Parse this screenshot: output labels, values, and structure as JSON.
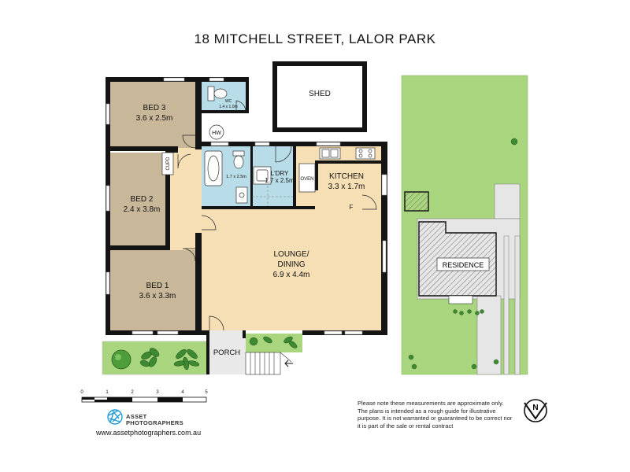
{
  "title": "18 MITCHELL STREET, LALOR PARK",
  "rooms": {
    "bed3": {
      "name": "BED 3",
      "size": "3.6 x 2.5m"
    },
    "bed2": {
      "name": "BED 2",
      "size": "2.4 x 3.8m"
    },
    "bed1": {
      "name": "BED 1",
      "size": "3.6 x 3.3m"
    },
    "wc": {
      "name": "WC",
      "size": "1.4 x 1.0m"
    },
    "bath": {
      "size": "1.7 x 2.5m"
    },
    "laundry": {
      "name": "L'DRY",
      "size": "1.7 x 2.5m"
    },
    "kitchen": {
      "name": "KITCHEN",
      "size": "3.3 x 1.7m"
    },
    "lounge": {
      "name_line1": "LOUNGE/",
      "name_line2": "DINING",
      "size": "6.9 x 4.4m"
    },
    "shed": {
      "name": "SHED"
    },
    "porch": {
      "name": "PORCH"
    },
    "hw": "HW",
    "cupd": "CUPD",
    "oven": "OVEN",
    "fridge": "F"
  },
  "site": {
    "residence": "RESIDENCE"
  },
  "scale": {
    "ticks": [
      "0",
      "1",
      "2",
      "3",
      "4",
      "5"
    ]
  },
  "brand": {
    "line1": "ASSET",
    "line2": "PHOTOGRAPHERS"
  },
  "website": "www.assetphotographers.com.au",
  "disclaimer": "Please note these measurements are approximate only. The plans is intended as a rough guide for illustrative purpose. It is not warranted or guaranteed to be correct nor it is part of the sale or rental contract",
  "compass": "N",
  "colors": {
    "bedroom": "#c9b79a",
    "living": "#f6dfb5",
    "wet": "#b9dde8",
    "lawn": "#a9d57f",
    "wall": "#141414"
  }
}
